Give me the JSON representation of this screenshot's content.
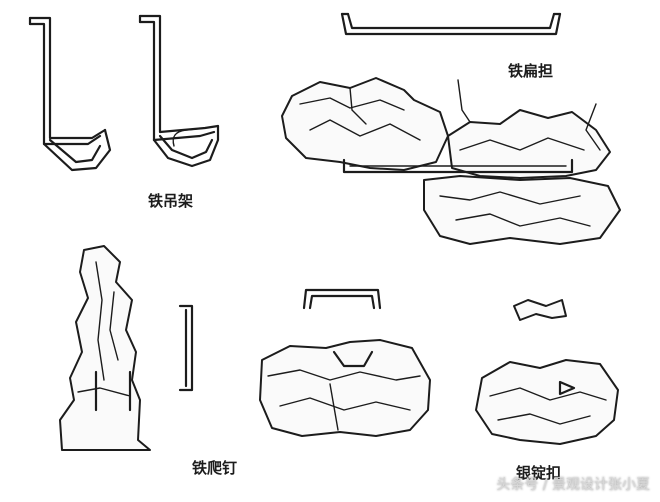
{
  "labels": {
    "iron_hanger": "铁吊架",
    "iron_flat_clamp": "铁扁担",
    "iron_climbing_nail": "铁爬钉",
    "bridge_clamp": "银锭扣"
  },
  "watermark": "头条号 / 景观设计张小夏",
  "colors": {
    "ink": "#1c1c1c",
    "background": "#ffffff"
  }
}
